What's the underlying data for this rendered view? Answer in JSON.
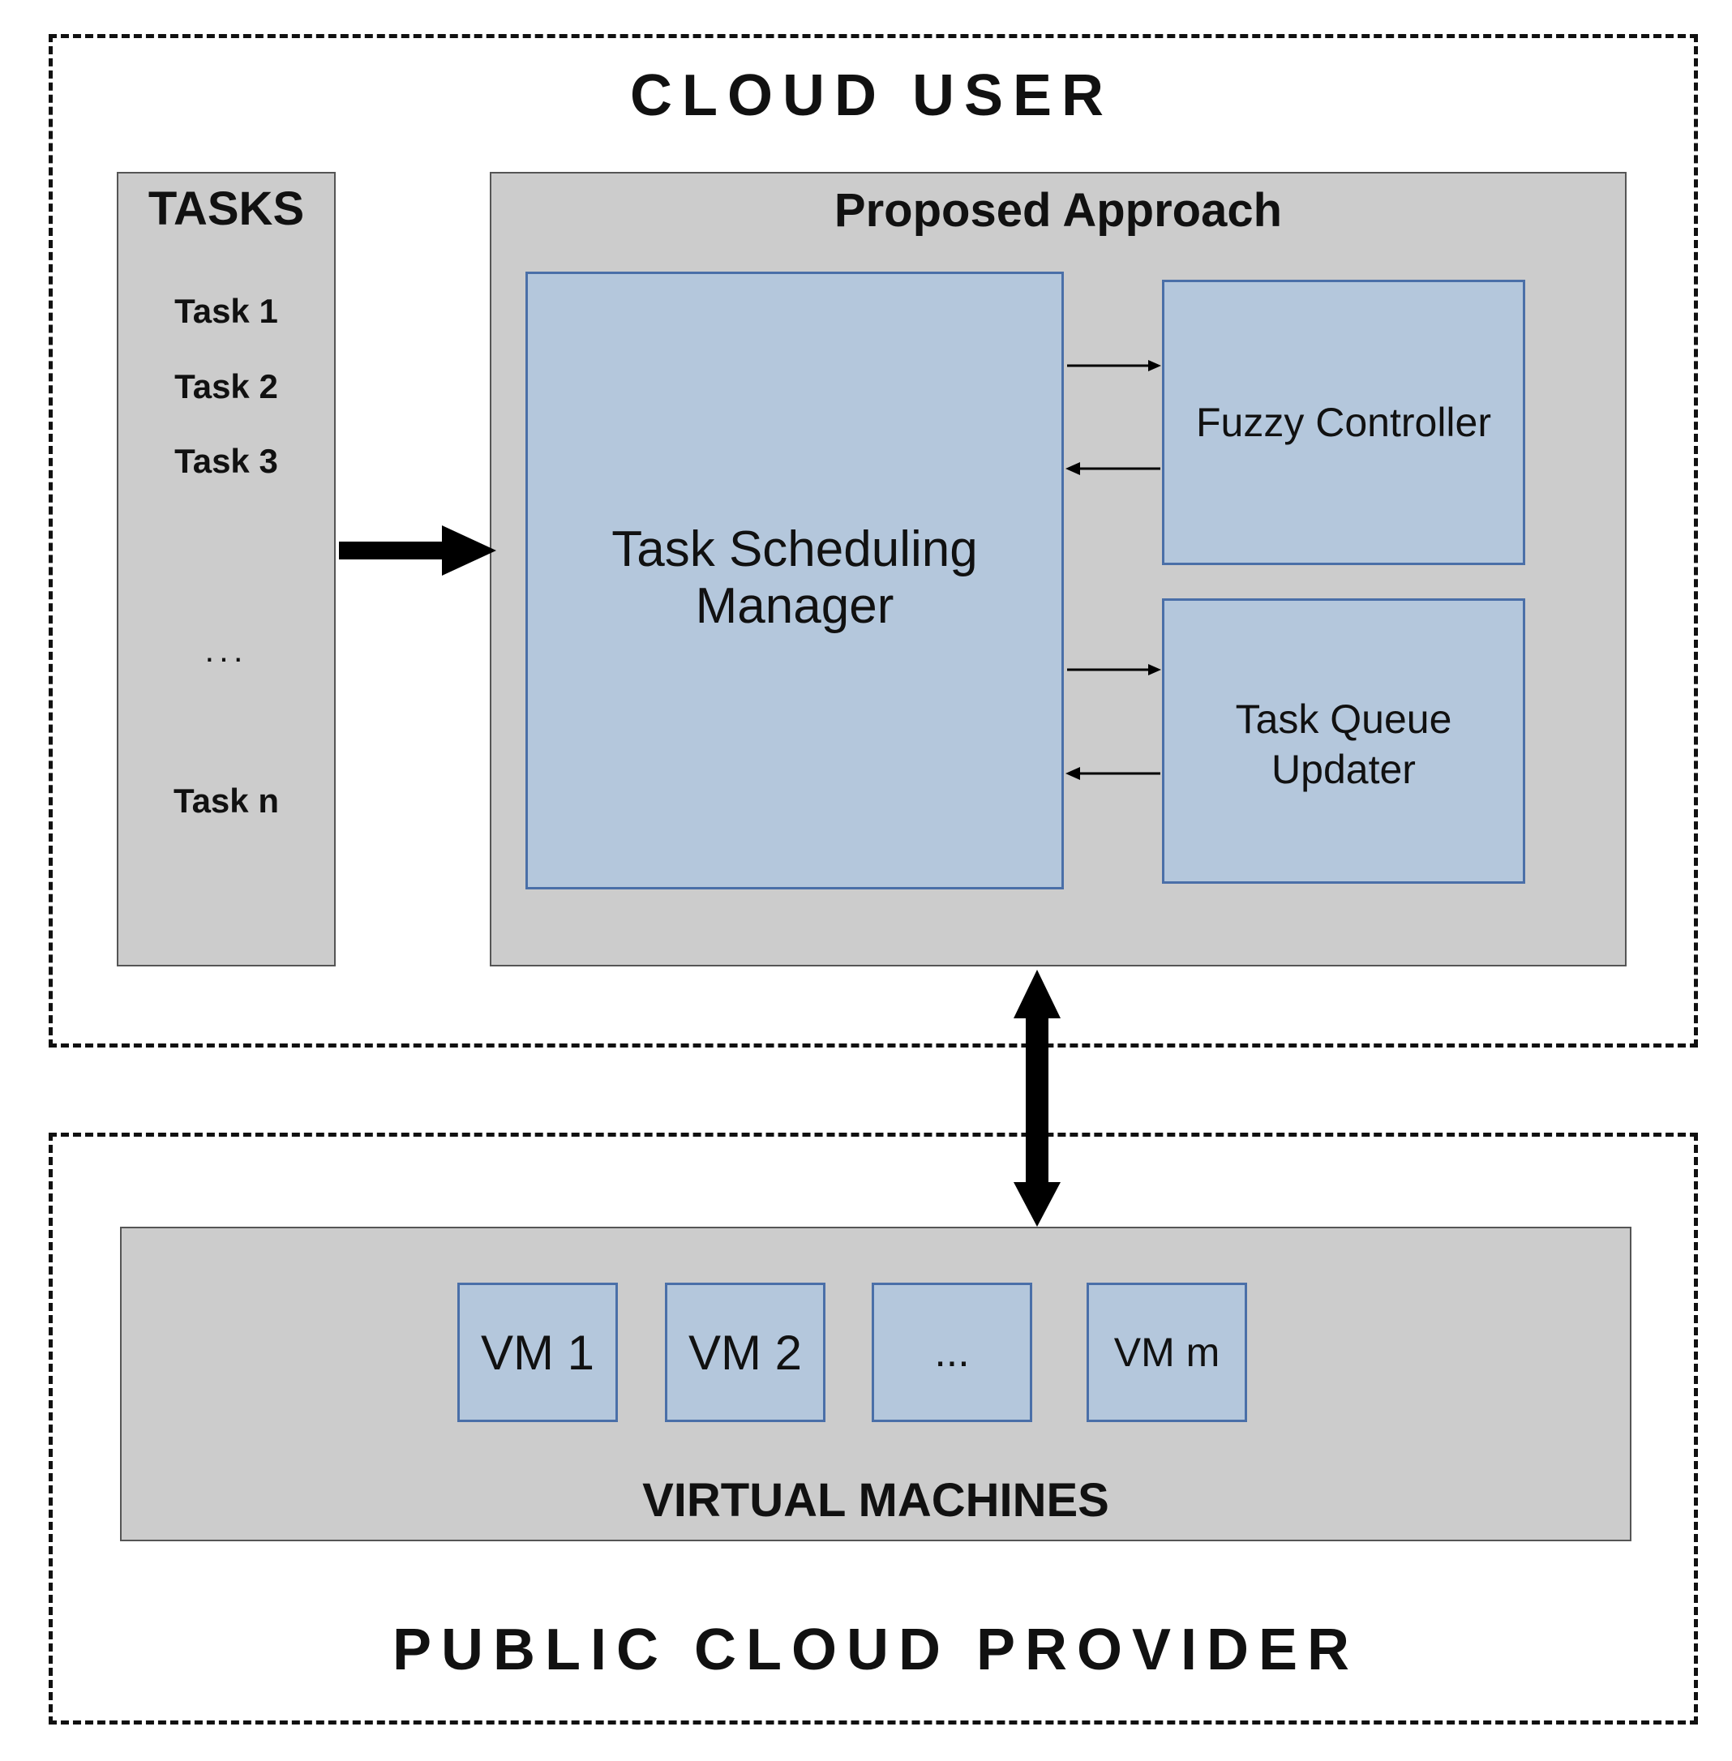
{
  "cloud_user": {
    "title": "CLOUD USER"
  },
  "tasks": {
    "title": "TASKS",
    "items": [
      "Task 1",
      "Task 2",
      "Task 3",
      "...",
      "Task n"
    ]
  },
  "proposed_approach": {
    "title": "Proposed Approach",
    "task_scheduling_manager": {
      "line1": "Task Scheduling",
      "line2": "Manager"
    },
    "fuzzy_controller": "Fuzzy Controller",
    "task_queue_updater": {
      "line1": "Task Queue",
      "line2": "Updater"
    }
  },
  "virtual_machines": {
    "title": "VIRTUAL MACHINES",
    "vms": [
      "VM 1",
      "VM 2",
      "...",
      "VM m"
    ]
  },
  "public_cloud_provider": {
    "title": "PUBLIC CLOUD PROVIDER"
  },
  "colors": {
    "container_gray": "#cccccc",
    "component_blue": "#b4c7dc",
    "component_border": "#4a6fa8"
  }
}
